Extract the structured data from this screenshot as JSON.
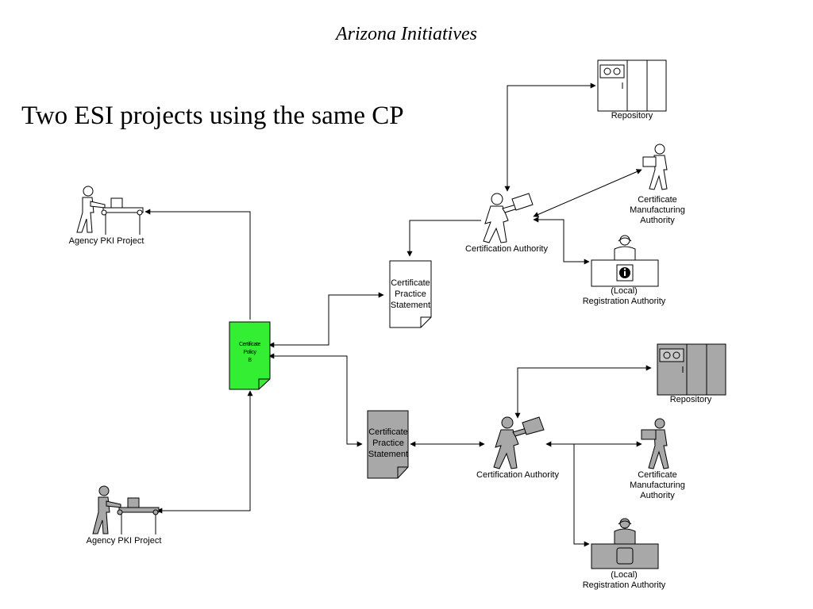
{
  "header": {
    "title": "Arizona Initiatives"
  },
  "slide": {
    "heading": "Two ESI projects using the same CP"
  },
  "colors": {
    "policy_fill": "#33ee33",
    "gray_fill": "#a8a8a8",
    "line": "#000000"
  },
  "policy": {
    "lines": [
      "Certificate",
      "Policy",
      "B"
    ]
  },
  "agency_top": {
    "label": "Agency PKI Project"
  },
  "agency_bottom": {
    "label": "Agency PKI Project"
  },
  "upper": {
    "cps_lines": [
      "Certificate",
      "Practice",
      "Statement"
    ],
    "ca_label": "Certification Authority",
    "repository_label": "Repository",
    "cma_lines": [
      "Certificate",
      "Manufacturing",
      "Authority"
    ],
    "ra_lines": [
      "(Local)",
      "Registration Authority"
    ]
  },
  "lower": {
    "cps_lines": [
      "Certificate",
      "Practice",
      "Statement"
    ],
    "ca_label": "Certification Authority",
    "repository_label": "Repository",
    "cma_lines": [
      "Certificate",
      "Manufacturing",
      "Authority"
    ],
    "ra_lines": [
      "(Local)",
      "Registration Authority"
    ]
  },
  "icons": [
    "agency-worker-icon",
    "certification-authority-icon",
    "repository-icon",
    "manufacturing-worker-icon",
    "registration-desk-icon",
    "info-icon",
    "document-icon"
  ]
}
